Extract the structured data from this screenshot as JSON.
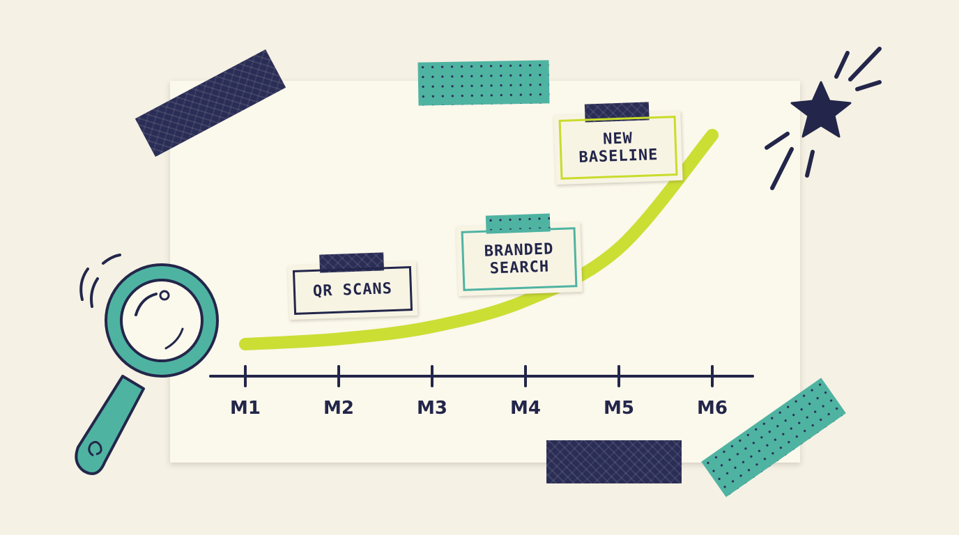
{
  "chart_data": {
    "type": "line",
    "categories": [
      "M1",
      "M2",
      "M3",
      "M4",
      "M5",
      "M6"
    ],
    "series": [
      {
        "values": [
          1.0,
          1.3,
          2.0,
          3.5,
          6.5,
          13.0
        ],
        "color": "#c8dc2a"
      }
    ],
    "annotations": [
      "QR SCANS",
      "BRANDED SEARCH",
      "NEW BASELINE"
    ],
    "axis_color": "#23264a",
    "grid": false,
    "legend": "none"
  }
}
